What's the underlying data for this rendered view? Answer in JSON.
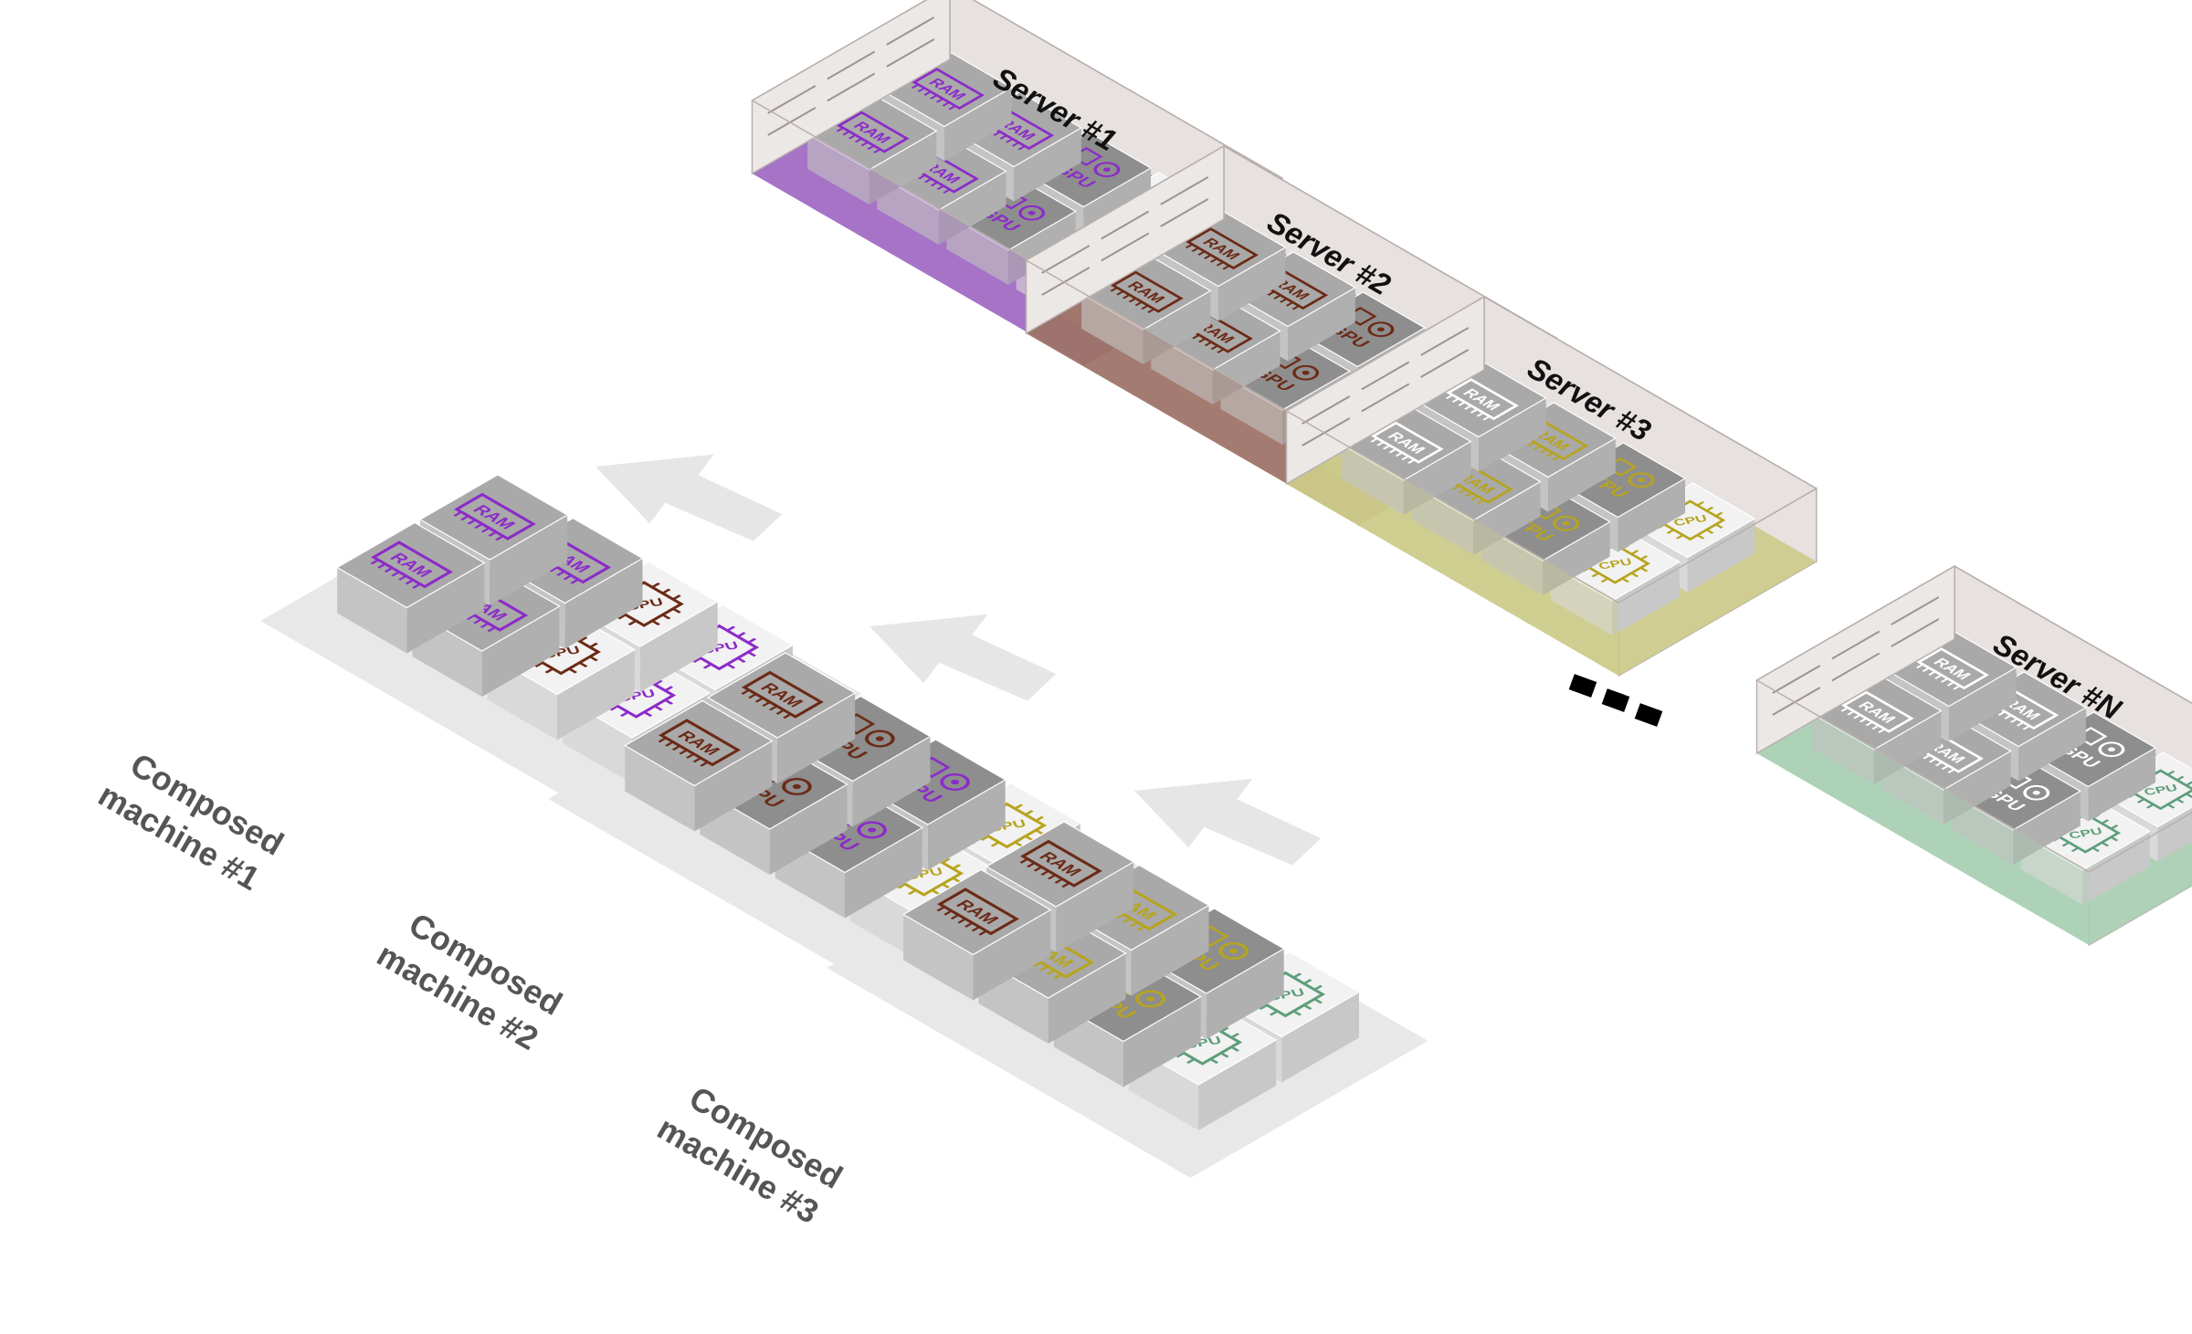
{
  "colors": {
    "purple": "#8c2bc9",
    "brown": "#6b2a16",
    "olive": "#b7a41e",
    "green": "#5e9e7a",
    "white_icon": "#ffffff",
    "server_tray_purple": "#a06ac4",
    "server_tray_brown": "#9e7266",
    "server_tray_olive": "#cccb8a",
    "server_tray_green": "#a8cfb3",
    "server_shell": "#e7e1df",
    "platform": "#e8e8e8",
    "arrow": "#e6e6e6"
  },
  "servers": [
    {
      "title": "Server #1",
      "tray": "server_tray_purple",
      "modules": [
        {
          "type": "cpu",
          "label": "CPU",
          "color": "purple"
        },
        {
          "type": "cpu",
          "label": "CPU",
          "color": "purple"
        },
        {
          "type": "gpu",
          "label": "GPU",
          "color": "purple"
        },
        {
          "type": "gpu",
          "label": "GPU",
          "color": "purple"
        },
        {
          "type": "ram",
          "label": "RAM",
          "color": "purple"
        },
        {
          "type": "ram",
          "label": "RAM",
          "color": "purple"
        },
        {
          "type": "ram",
          "label": "RAM",
          "color": "purple"
        },
        {
          "type": "ram",
          "label": "RAM",
          "color": "purple"
        }
      ]
    },
    {
      "title": "Server #2",
      "tray": "server_tray_brown",
      "modules": [
        {
          "type": "cpu",
          "label": "CPU",
          "color": "brown"
        },
        {
          "type": "cpu",
          "label": "CPU",
          "color": "brown"
        },
        {
          "type": "gpu",
          "label": "GPU",
          "color": "brown"
        },
        {
          "type": "gpu",
          "label": "GPU",
          "color": "brown"
        },
        {
          "type": "ram",
          "label": "RAM",
          "color": "brown"
        },
        {
          "type": "ram",
          "label": "RAM",
          "color": "brown"
        },
        {
          "type": "ram",
          "label": "RAM",
          "color": "brown"
        },
        {
          "type": "ram",
          "label": "RAM",
          "color": "brown"
        }
      ]
    },
    {
      "title": "Server #3",
      "tray": "server_tray_olive",
      "modules": [
        {
          "type": "cpu",
          "label": "CPU",
          "color": "olive"
        },
        {
          "type": "cpu",
          "label": "CPU",
          "color": "olive"
        },
        {
          "type": "tpu",
          "label": "TPU",
          "color": "olive"
        },
        {
          "type": "tpu",
          "label": "TPU",
          "color": "olive"
        },
        {
          "type": "ram",
          "label": "RAM",
          "color": "olive"
        },
        {
          "type": "ram",
          "label": "RAM",
          "color": "olive"
        },
        {
          "type": "ram",
          "label": "RAM",
          "color": "white_icon"
        },
        {
          "type": "ram",
          "label": "RAM",
          "color": "white_icon"
        }
      ]
    },
    {
      "title": "Server #N",
      "tray": "server_tray_green",
      "modules": [
        {
          "type": "cpu",
          "label": "CPU",
          "color": "green"
        },
        {
          "type": "cpu",
          "label": "CPU",
          "color": "green"
        },
        {
          "type": "gpu",
          "label": "GPU",
          "color": "white_icon"
        },
        {
          "type": "gpu",
          "label": "GPU",
          "color": "white_icon"
        },
        {
          "type": "ram",
          "label": "RAM",
          "color": "white_icon"
        },
        {
          "type": "ram",
          "label": "RAM",
          "color": "white_icon"
        },
        {
          "type": "ram",
          "label": "RAM",
          "color": "white_icon"
        },
        {
          "type": "ram",
          "label": "RAM",
          "color": "white_icon"
        }
      ]
    }
  ],
  "ellipsis": "...",
  "machines": [
    {
      "title_line1": "Composed",
      "title_line2": "machine #1",
      "modules": [
        {
          "type": "cpu",
          "label": "CPU",
          "color": "purple"
        },
        {
          "type": "cpu",
          "label": "CPU",
          "color": "purple"
        },
        {
          "type": "cpu",
          "label": "CPU",
          "color": "brown"
        },
        {
          "type": "cpu",
          "label": "CPU",
          "color": "brown"
        },
        {
          "type": "ram",
          "label": "RAM",
          "color": "purple"
        },
        {
          "type": "ram",
          "label": "RAM",
          "color": "purple"
        },
        {
          "type": "ram",
          "label": "RAM",
          "color": "purple"
        },
        {
          "type": "ram",
          "label": "RAM",
          "color": "purple"
        }
      ]
    },
    {
      "title_line1": "Composed",
      "title_line2": "machine #2",
      "modules": [
        {
          "type": "cpu",
          "label": "CPU",
          "color": "olive"
        },
        {
          "type": "cpu",
          "label": "CPU",
          "color": "olive"
        },
        {
          "type": "gpu",
          "label": "GPU",
          "color": "purple"
        },
        {
          "type": "gpu",
          "label": "GPU",
          "color": "purple"
        },
        {
          "type": "gpu",
          "label": "GPU",
          "color": "brown"
        },
        {
          "type": "gpu",
          "label": "GPU",
          "color": "brown"
        },
        {
          "type": "ram",
          "label": "RAM",
          "color": "brown"
        },
        {
          "type": "ram",
          "label": "RAM",
          "color": "brown"
        }
      ]
    },
    {
      "title_line1": "Composed",
      "title_line2": "machine #3",
      "modules": [
        {
          "type": "cpu",
          "label": "CPU",
          "color": "green"
        },
        {
          "type": "cpu",
          "label": "CPU",
          "color": "green"
        },
        {
          "type": "tpu",
          "label": "TPU",
          "color": "olive"
        },
        {
          "type": "tpu",
          "label": "TPU",
          "color": "olive"
        },
        {
          "type": "ram",
          "label": "RAM",
          "color": "olive"
        },
        {
          "type": "ram",
          "label": "RAM",
          "color": "olive"
        },
        {
          "type": "ram",
          "label": "RAM",
          "color": "brown"
        },
        {
          "type": "ram",
          "label": "RAM",
          "color": "brown"
        }
      ]
    }
  ]
}
